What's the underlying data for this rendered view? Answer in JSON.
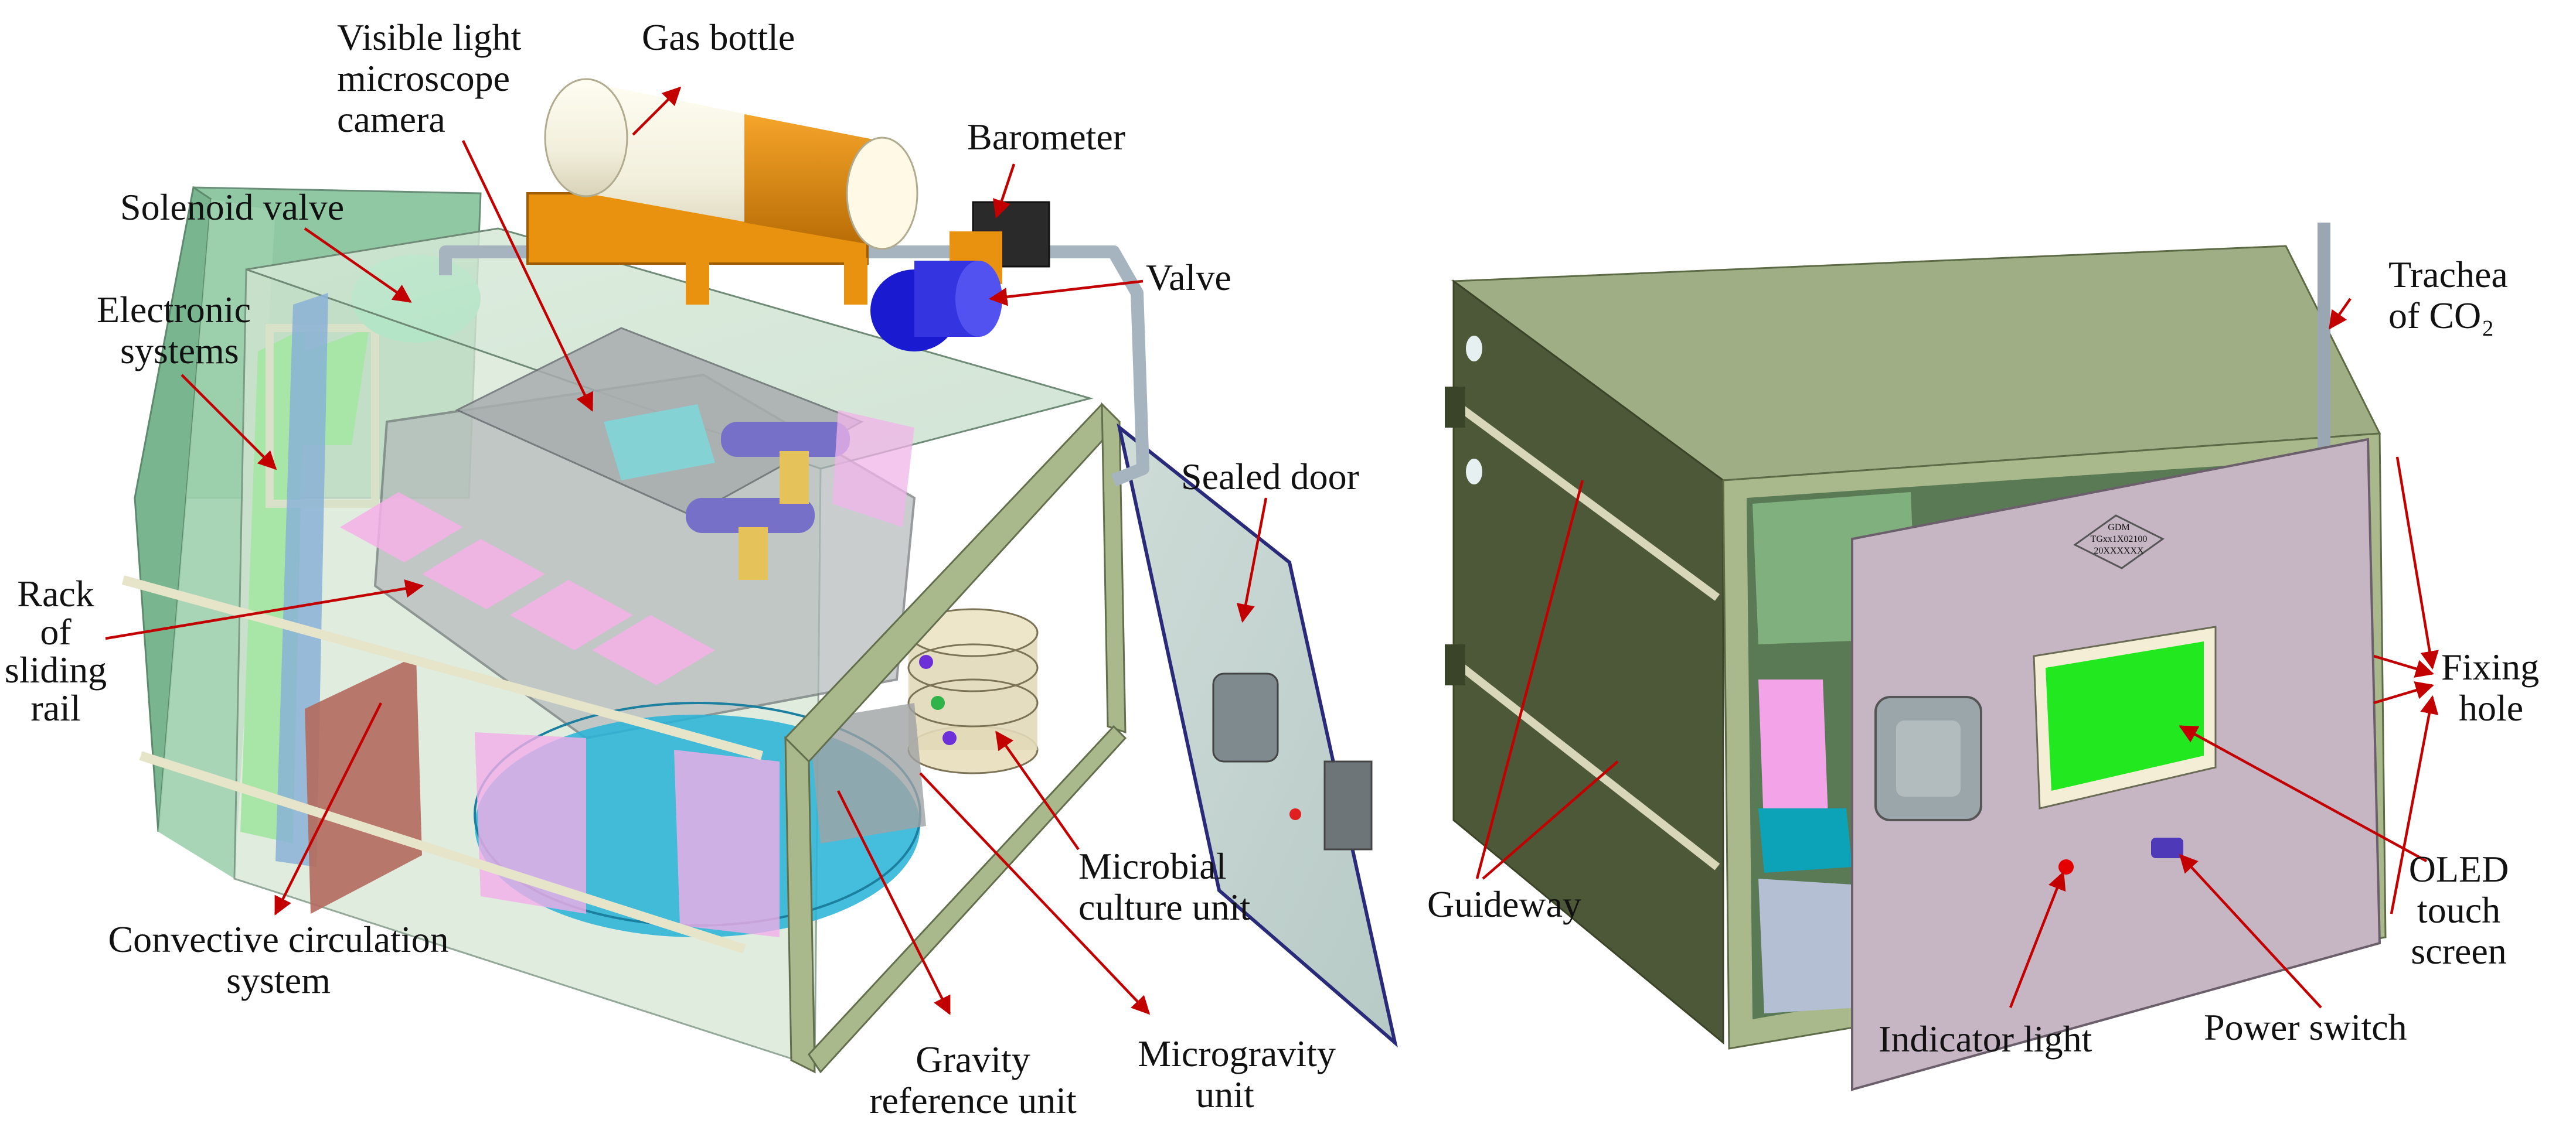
{
  "labels": {
    "visible_light_camera": [
      "Visible light",
      "microscope",
      "camera"
    ],
    "gas_bottle": "Gas bottle",
    "barometer": "Barometer",
    "valve": "Valve",
    "solenoid_valve": "Solenoid valve",
    "electronic_systems": [
      "Electronic",
      "systems"
    ],
    "rack_sliding_rail": [
      "Rack",
      "of",
      "sliding",
      "rail"
    ],
    "sealed_door": "Sealed door",
    "convective_circulation": [
      "Convective circulation",
      "system"
    ],
    "microbial_culture": [
      "Microbial",
      "culture unit"
    ],
    "gravity_reference": [
      "Gravity",
      "reference unit"
    ],
    "microgravity": [
      "Microgravity",
      "unit"
    ],
    "trachea": [
      "Trachea",
      "of CO₂"
    ],
    "fixing_hole": [
      "Fixing",
      "hole"
    ],
    "guideway": "Guideway",
    "oled": [
      "OLED",
      "touch",
      "screen"
    ],
    "indicator_light": "Indicator light",
    "power_switch": "Power switch",
    "panel_marking": [
      "GDM",
      "TGxx1X02100",
      "20XXXXXX"
    ]
  },
  "colors": {
    "leader": "#c20000",
    "frame_green": "#a9b98c",
    "box_olive": "#9fae84",
    "door_lilac": "#c6b6c4",
    "screen_green": "#22e81f",
    "bottle_orange": "#e48c10",
    "valve_blue": "#1a1ad0"
  }
}
